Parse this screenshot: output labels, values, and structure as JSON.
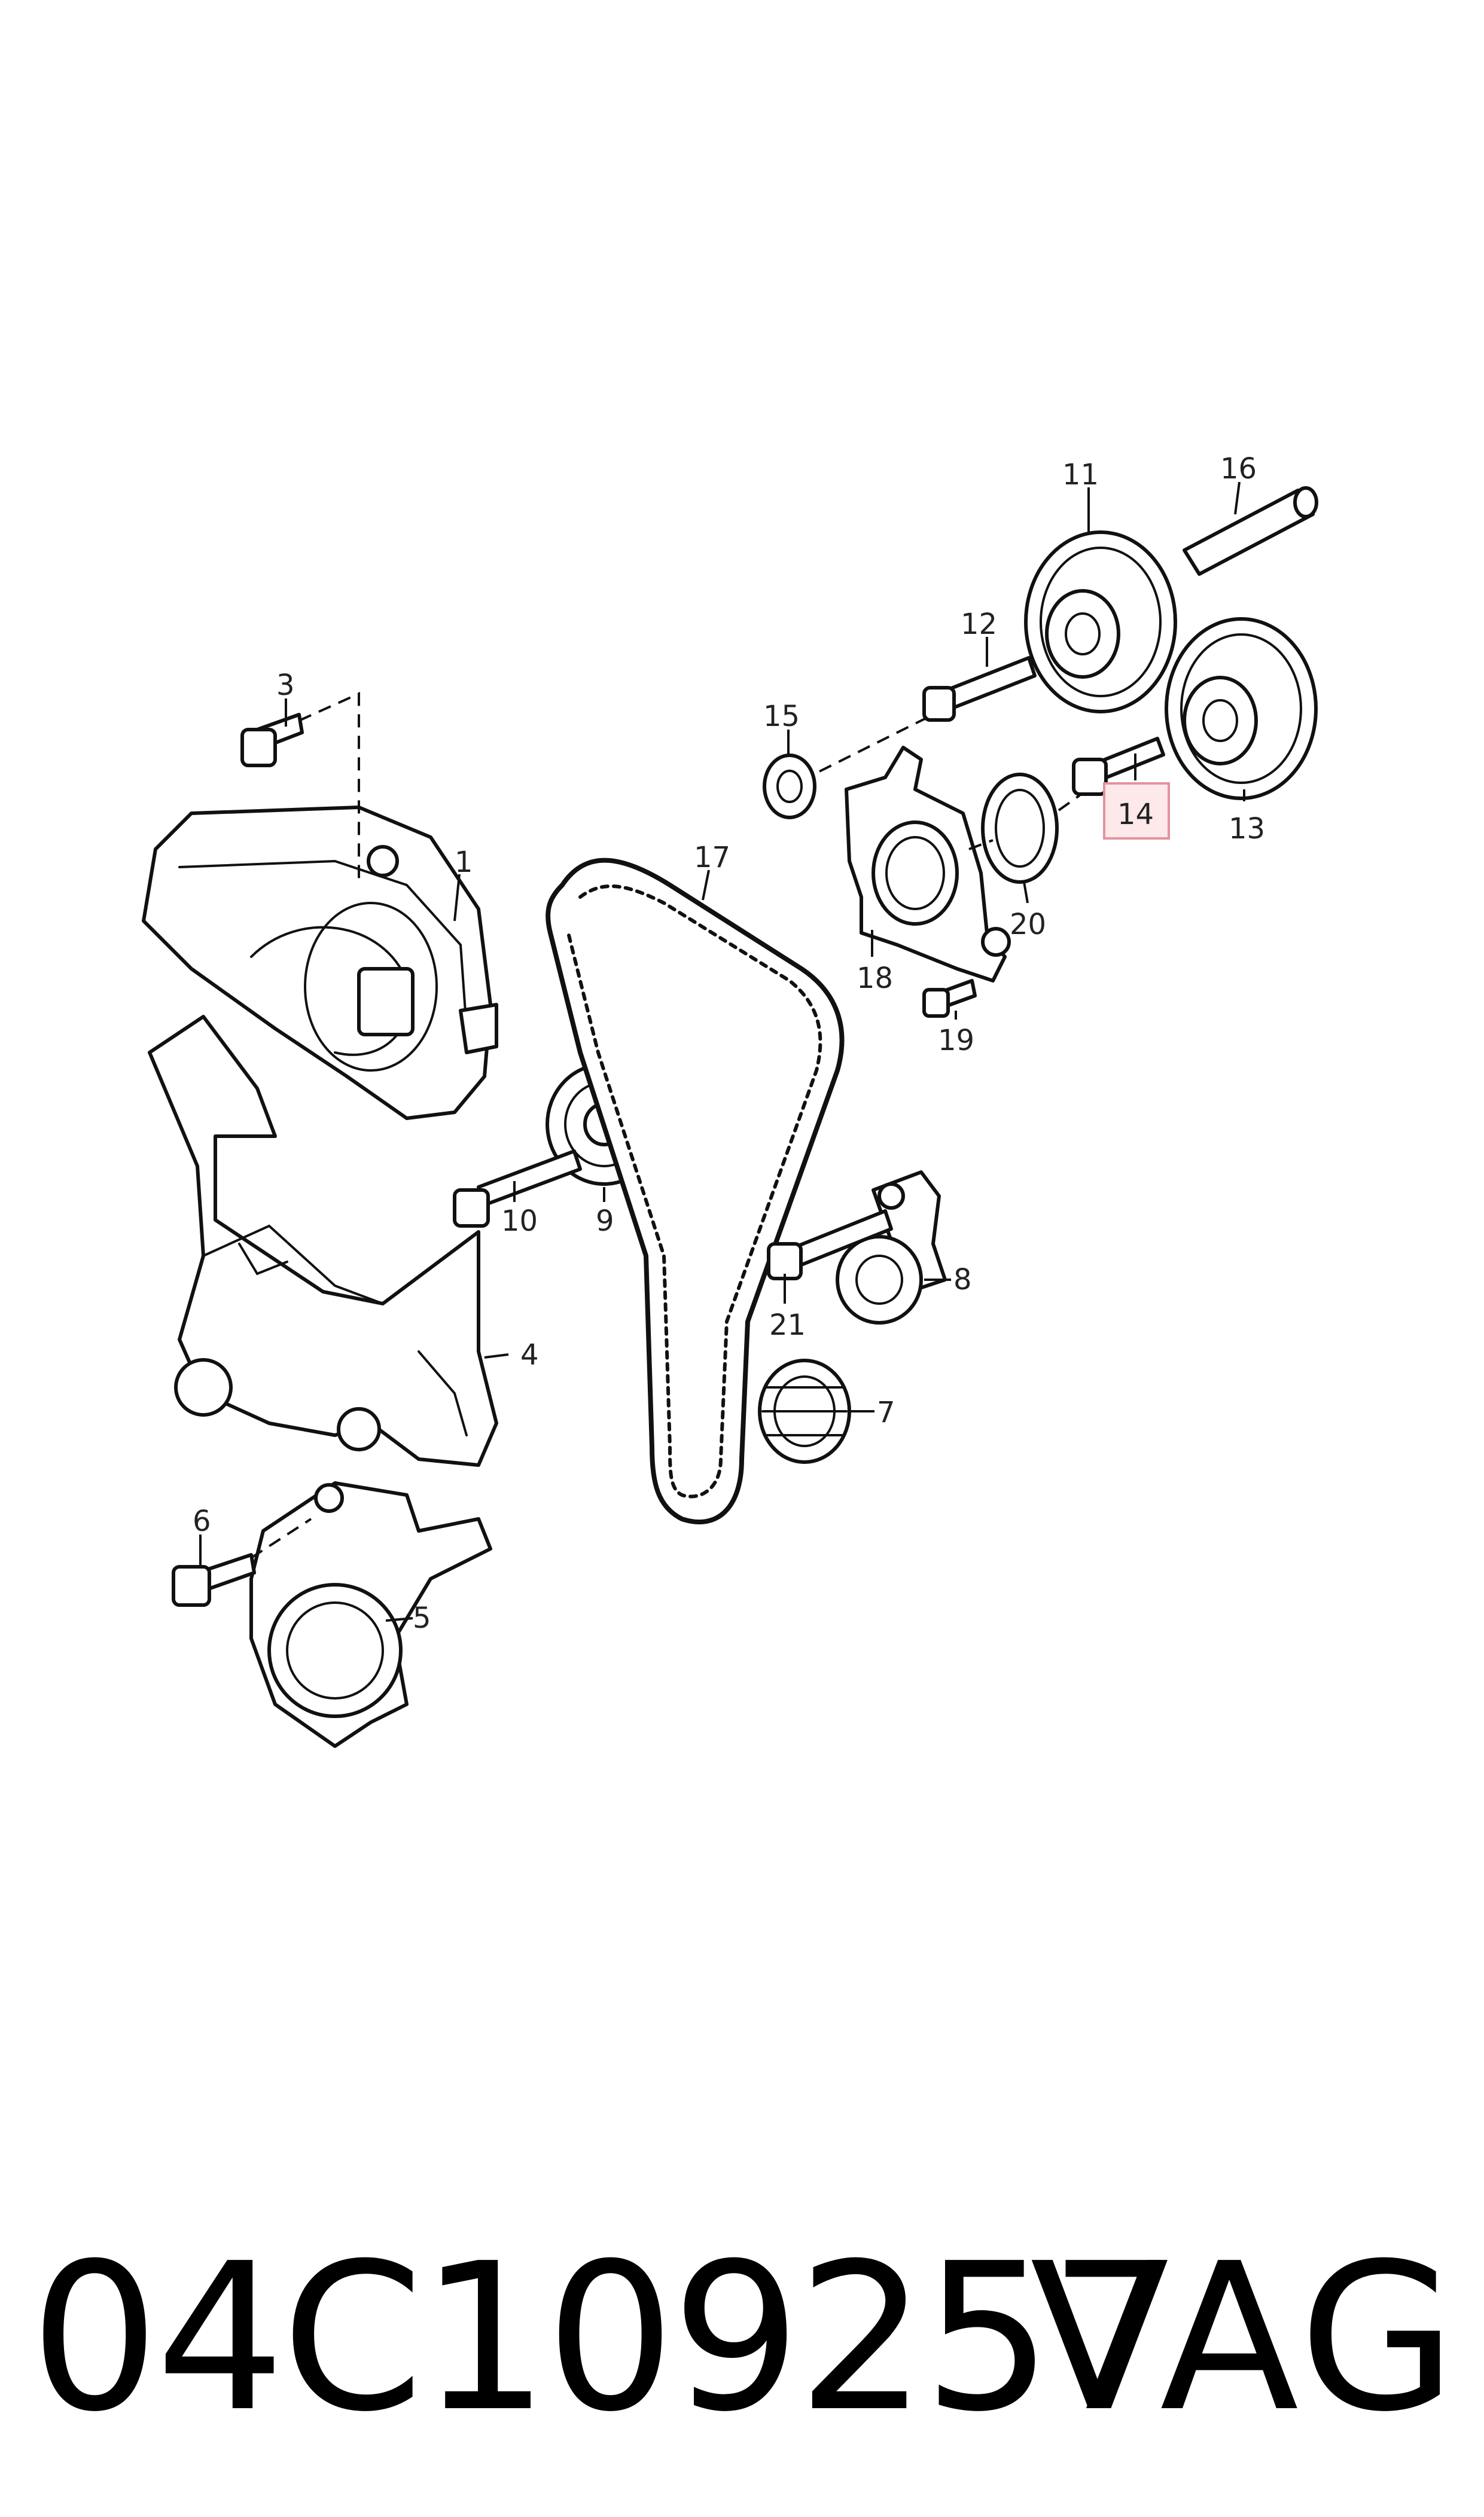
{
  "callouts": {
    "c1": "1",
    "c3": "3",
    "c4": "4",
    "c5": "5",
    "c6": "6",
    "c7": "7",
    "c8": "8",
    "c9": "9",
    "c10": "10",
    "c11": "11",
    "c12": "12",
    "c13": "13",
    "c14": "14",
    "c15": "15",
    "c16": "16",
    "c17": "17",
    "c18": "18",
    "c19": "19",
    "c20": "20",
    "c21": "21"
  },
  "highlighted_callout": "14",
  "colors": {
    "highlight_fill": "#fde8ea",
    "highlight_stroke": "#e2949d",
    "line": "#111111"
  },
  "footer": {
    "part_number": "04C109257",
    "brand": "VAG"
  }
}
